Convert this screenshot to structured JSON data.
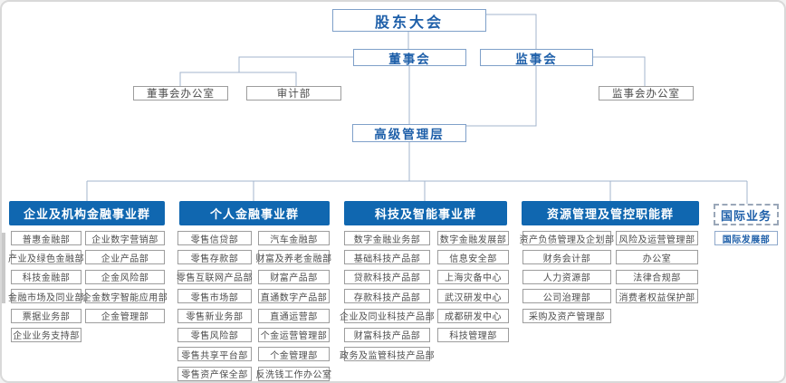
{
  "colors": {
    "group_header_bg": "#1067b0",
    "blue_text": "#1e5fa9",
    "blue_border": "#7fa0c9",
    "connector_line": "#a3b4cc",
    "gray_border": "#9d9d9d",
    "gray_text": "#4c4c4c"
  },
  "top": {
    "shareholders": "股东大会",
    "board": "董事会",
    "supervisors": "监事会",
    "board_office": "董事会办公室",
    "audit_dept": "审计部",
    "supervisors_office": "监事会办公室",
    "senior_management": "高级管理层"
  },
  "groups": [
    {
      "label": "企业及机构金融事业群",
      "col_a": [
        "普惠金融部",
        "产业及绿色金融部",
        "科技金融部",
        "金融市场及同业部",
        "票据业务部",
        "企业业务支持部"
      ],
      "col_b": [
        "企业数字营销部",
        "企业产品部",
        "企金风险部",
        "企金数字智能应用部",
        "企金管理部"
      ]
    },
    {
      "label": "个人金融事业群",
      "col_a": [
        "零售信贷部",
        "零售存款部",
        "零售互联网产品部",
        "零售市场部",
        "零售新业务部",
        "零售风险部",
        "零售共享平台部",
        "零售资产保全部"
      ],
      "col_b": [
        "汽车金融部",
        "财富及养老金融部",
        "财富产品部",
        "直通数字产品部",
        "直通运营部",
        "个金运营管理部",
        "个金管理部",
        "反洗钱工作办公室"
      ]
    },
    {
      "label": "科技及智能事业群",
      "col_a": [
        "数字金融业务部",
        "基础科技产品部",
        "贷款科技产品部",
        "存款科技产品部",
        "企业及同业科技产品部",
        "财富科技产品部",
        "政务及监管科技产品部"
      ],
      "col_b": [
        "数字金融发展部",
        "信息安全部",
        "上海灾备中心",
        "武汉研发中心",
        "成都研发中心",
        "科技管理部"
      ]
    },
    {
      "label": "资源管理及管控职能群",
      "col_a": [
        "资产负债管理及企划部",
        "财务会计部",
        "人力资源部",
        "公司治理部",
        "采购及资产管理部"
      ],
      "col_b": [
        "风险及运营管理部",
        "办公室",
        "法律合规部",
        "消费者权益保护部"
      ]
    },
    {
      "label": "国际业务",
      "col_a": [
        "国际发展部"
      ],
      "col_b": []
    }
  ]
}
